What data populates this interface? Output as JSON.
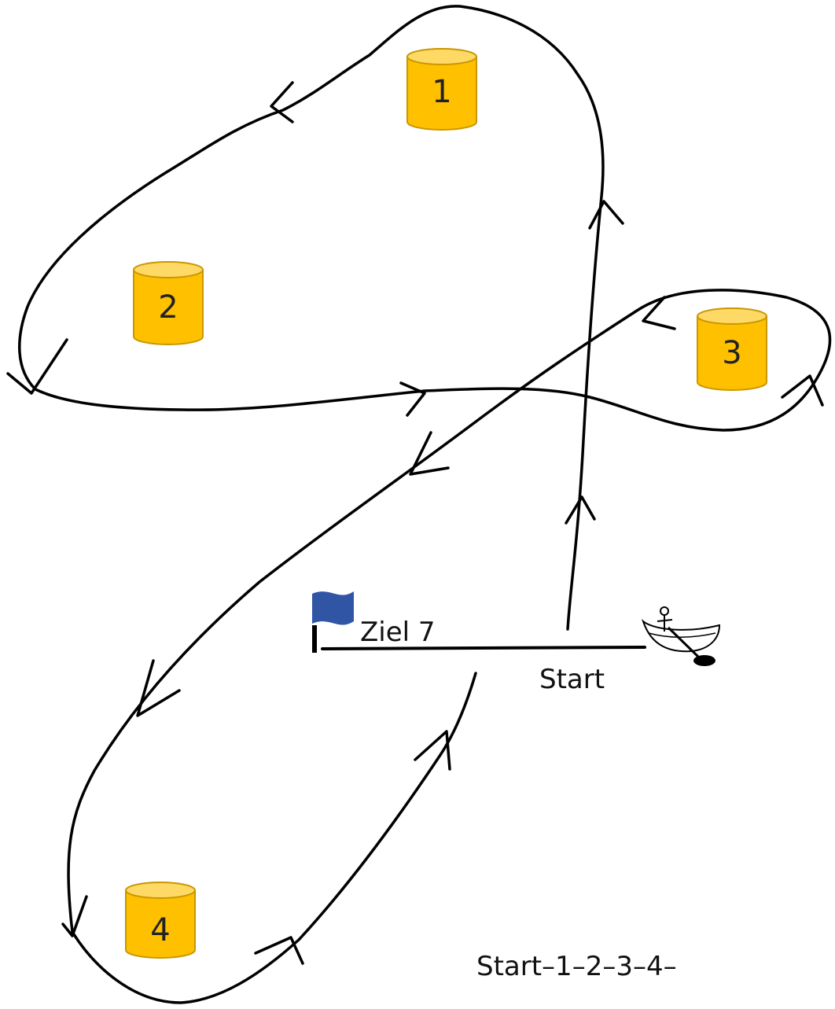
{
  "diagram": {
    "buoys": [
      {
        "id": "1",
        "label": "1"
      },
      {
        "id": "2",
        "label": "2"
      },
      {
        "id": "3",
        "label": "3"
      },
      {
        "id": "4",
        "label": "4"
      }
    ],
    "labels": {
      "finish": "Ziel 7",
      "start": "Start",
      "route": "Start–1–2–3–4–"
    },
    "colors": {
      "buoy": "#FFC000",
      "flag": "#2F55A4",
      "line": "#000000"
    },
    "icons": {
      "flag": "finish-flag-icon",
      "boat": "rowing-boat-icon"
    }
  }
}
